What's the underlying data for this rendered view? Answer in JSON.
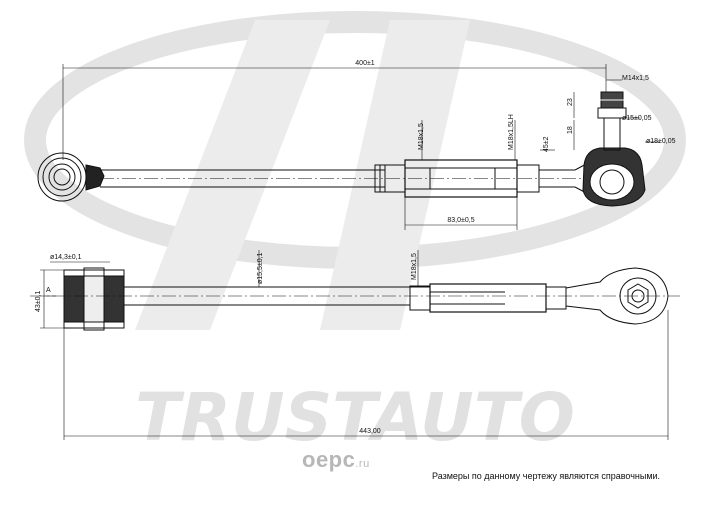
{
  "watermark": {
    "brand_text": "TRUSTAUTO",
    "site": "oepc",
    "site_tld": ".ru"
  },
  "note": "Размеры по данному чертежу являются справочными.",
  "dimensions": {
    "top_length": "400±1",
    "thread_left": "M18x1,5",
    "thread_right": "M18x1,5LH",
    "sleeve_length": "83,0±0,5",
    "stud_thread": "M14x1,5",
    "stud_23": "23",
    "stud_18": "18",
    "stud_dia": "ø15±0,05",
    "angle": "45±2",
    "ball_dia": "ø18±0,05",
    "bushing_dia": "ø14,3±0,1",
    "bushing_width": "43±0,1",
    "rod_dia": "ø15,5±0,1",
    "thread_bottom": "M18x1,5",
    "section_mark": "A",
    "bottom_length": "443,00"
  }
}
